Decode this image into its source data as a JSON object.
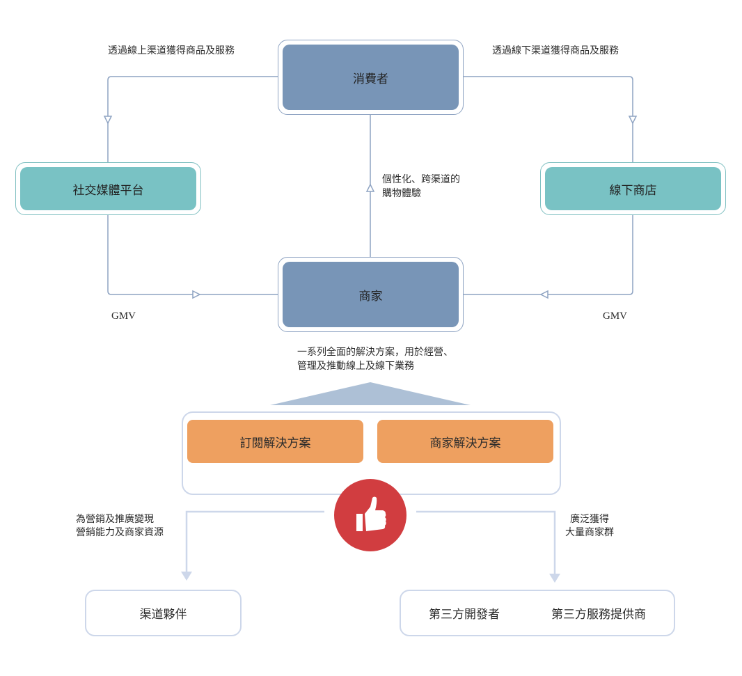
{
  "colors": {
    "consumer_merchant_fill": "#7895b7",
    "channel_fill": "#79c2c4",
    "solution_fill": "#eea060",
    "thumb_circle": "#d13d40",
    "connector_line": "#8ea3c2",
    "lower_frame": "#cdd7ea"
  },
  "nodes": {
    "consumer": "消費者",
    "social_platform": "社交媒體平台",
    "offline_store": "線下商店",
    "merchant": "商家"
  },
  "edge_labels": {
    "online_channel": "透過線上渠道獲得商品及服務",
    "offline_channel": "透過線下渠道獲得商品及服務",
    "experience_line1": "個性化、跨渠道的",
    "experience_line2": "購物體驗",
    "gmv_left": "GMV",
    "gmv_right": "GMV",
    "solutions_line1": "一系列全面的解決方案，用於經營、",
    "solutions_line2": "管理及推動線上及線下業務",
    "marketing_line1": "為營銷及推廣變現",
    "marketing_line2": "營銷能力及商家資源",
    "access_line1": "廣泛獲得",
    "access_line2": "大量商家群"
  },
  "solutions": {
    "subscription": "訂閱解決方案",
    "merchant": "商家解決方案"
  },
  "partners": {
    "channel_partner": "渠道夥伴",
    "third_party_dev": "第三方開發者",
    "third_party_service": "第三方服務提供商"
  },
  "icons": {
    "center": "thumbs-up-icon"
  }
}
